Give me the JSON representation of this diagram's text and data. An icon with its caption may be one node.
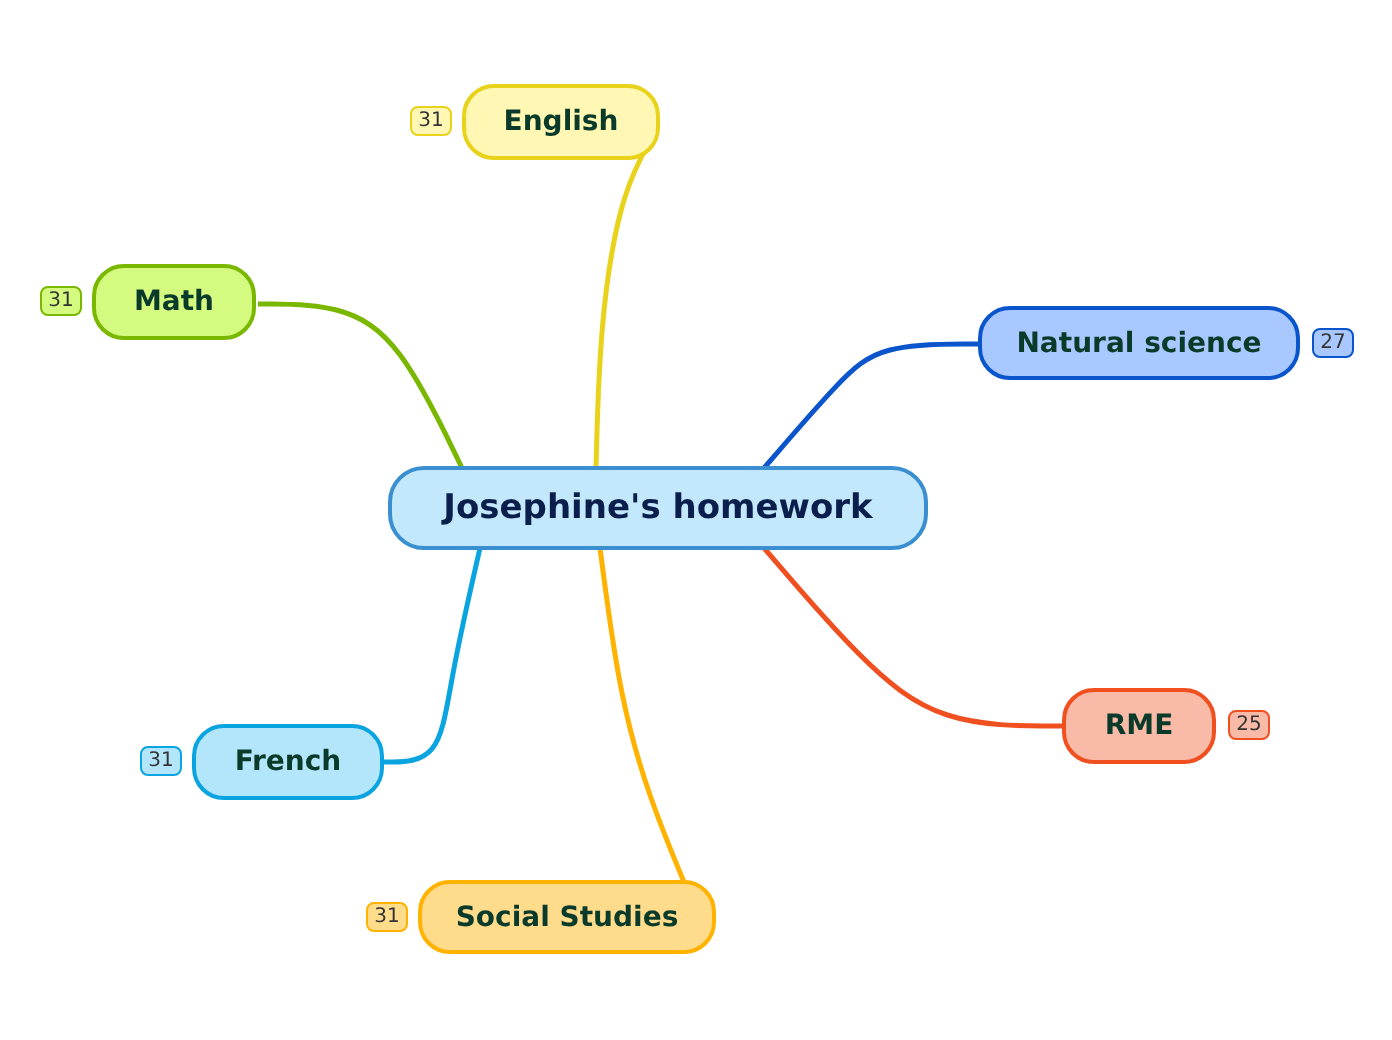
{
  "diagram": {
    "nodes": [
      {
        "text": [
          "Josephine's homework"
        ]
      },
      {
        "text": [
          "English"
        ],
        "beside": [
          "31"
        ]
      },
      {
        "text": [
          "Math"
        ],
        "beside": [
          "31"
        ]
      },
      {
        "text": [
          "Natural science"
        ],
        "beside": [
          "27"
        ]
      },
      {
        "text": [
          "RME"
        ],
        "beside": [
          "25"
        ]
      },
      {
        "text": [
          "French"
        ],
        "beside": [
          "31"
        ]
      },
      {
        "text": [
          "Social Studies"
        ],
        "beside": [
          "31"
        ]
      }
    ],
    "edges": [
      {
        "from": 0,
        "to": 1,
        "arrow": "none",
        "color": "#e8d21a"
      },
      {
        "from": 0,
        "to": 2,
        "arrow": "none",
        "color": "#7ab800"
      },
      {
        "from": 0,
        "to": 3,
        "arrow": "none",
        "color": "#0a55cc"
      },
      {
        "from": 0,
        "to": 4,
        "arrow": "none",
        "color": "#f05020"
      },
      {
        "from": 0,
        "to": 5,
        "arrow": "none",
        "color": "#0aa5e0"
      },
      {
        "from": 0,
        "to": 6,
        "arrow": "none",
        "color": "#ffb300"
      }
    ]
  }
}
